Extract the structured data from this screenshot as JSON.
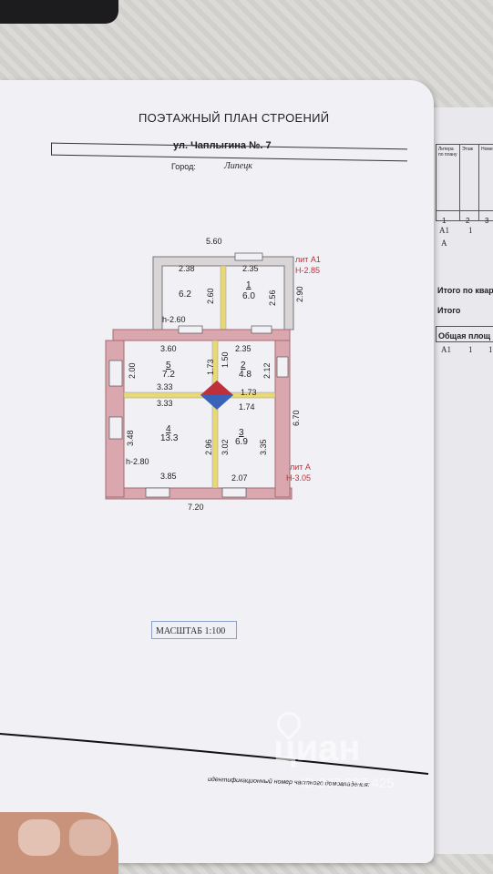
{
  "header": {
    "title": "ПОЭТАЖНЫЙ ПЛАН СТРОЕНИЙ",
    "street": "ул.  Чаплыгина  №. 7",
    "city_label": "Город:",
    "city_value": "Липецк"
  },
  "plan": {
    "lit_a1": "лит А1",
    "lit_a1_h": "H-2.85",
    "lit_a": "лит А",
    "lit_a_h": "H-3.05",
    "h_a1": "h-2.60",
    "h_a": "h-2.80",
    "dims": {
      "top_width": "5.60",
      "a1_left": "2.38",
      "a1_right": "2.35",
      "a1_height": "2.90",
      "a1_partition": "2.60",
      "a1_right_inner": "2.56",
      "a_top_left": "3.60",
      "a_top_right": "2.35",
      "a_left_upper": "2.00",
      "a_mid_left_1": "3.33",
      "a_mid_left_2": "3.33",
      "a_mid_right_1": "1.73",
      "a_mid_right_2": "1.74",
      "a_vert_1": "1.73",
      "a_vert_2": "1.50",
      "a_right_upper": "2.12",
      "a_left_lower": "3.48",
      "a_vert_3": "2.96",
      "a_vert_4": "3.02",
      "a_right_lower": "3.35",
      "a_height": "6.70",
      "a_bottom_left": "3.85",
      "a_bottom_right": "2.07",
      "a_width": "7.20"
    },
    "rooms": [
      {
        "num": "",
        "area": "6.2"
      },
      {
        "num": "1",
        "area": "6.0"
      },
      {
        "num": "5",
        "area": "7.2"
      },
      {
        "num": "2",
        "area": "4.8"
      },
      {
        "num": "4",
        "area": "13.3"
      },
      {
        "num": "3",
        "area": "6.9"
      }
    ],
    "scale": "МАСШТАБ 1:100"
  },
  "footer": {
    "id_text": "идентификационный номер частного домовладения:",
    "watermark": "циан",
    "watermark_num": "ID 207 997 425"
  },
  "side_table": {
    "header_cols": [
      "Литера по плану",
      "Этаж",
      "Номер"
    ],
    "index_row": [
      "1",
      "2",
      "3"
    ],
    "rows": [
      [
        "А1",
        "1",
        ""
      ],
      [
        "А",
        "",
        ""
      ]
    ],
    "itogo_kv": "Итого по квар",
    "itogo": "Итого",
    "obshaya": "Общая площ",
    "last_row": [
      "А1",
      "1",
      "1"
    ]
  }
}
